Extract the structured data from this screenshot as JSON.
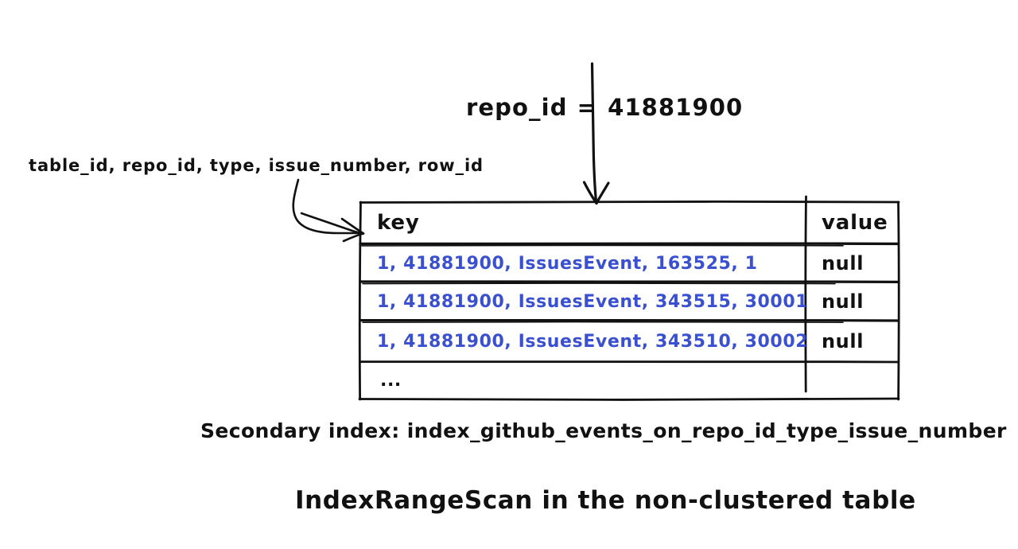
{
  "figure": {
    "title": "IndexRangeScan in the non-clustered table",
    "index_caption": "Secondary index: index_github_events_on_repo_id_type_issue_number",
    "filter_annotation": {
      "field": "repo_id",
      "operator": "=",
      "value": "41881900",
      "full_text": "repo_id = 41881900"
    },
    "columns_annotation": "table_id, repo_id, type, issue_number, row_id"
  },
  "colors": {
    "key_text": "#3b50d0",
    "stroke": "#111111",
    "background": "#ffffff"
  },
  "table": {
    "headers": {
      "key": "key",
      "value": "value"
    },
    "rows": [
      {
        "key": "1, 41881900, IssuesEvent, 163525, 1",
        "value": "null"
      },
      {
        "key": "1, 41881900, IssuesEvent, 343515, 30001",
        "value": "null"
      },
      {
        "key": "1, 41881900, IssuesEvent, 343510, 30002",
        "value": "null"
      },
      {
        "key": "...",
        "value": ""
      }
    ]
  },
  "icons": {
    "down_arrow": "down-arrow-icon",
    "curved_arrow": "curved-arrow-icon"
  }
}
